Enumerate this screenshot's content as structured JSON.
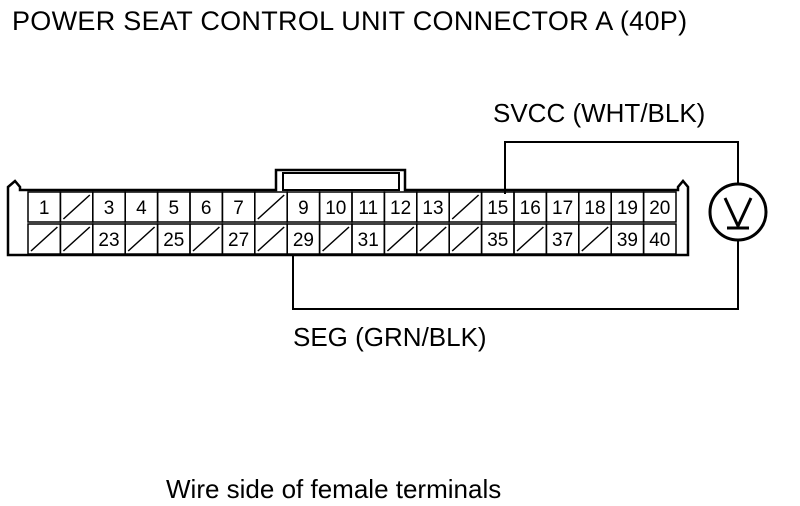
{
  "title": "POWER SEAT CONTROL UNIT CONNECTOR A (40P)",
  "wires": {
    "svcc": "SVCC (WHT/BLK)",
    "seg": "SEG (GRN/BLK)"
  },
  "meter_symbol": "V",
  "caption": "Wire side of female terminals",
  "connector": {
    "top_row": [
      "1",
      "",
      "3",
      "4",
      "5",
      "6",
      "7",
      "",
      "9",
      "10",
      "11",
      "12",
      "13",
      "",
      "15",
      "16",
      "17",
      "18",
      "19",
      "20"
    ],
    "bottom_row": [
      "",
      "",
      "23",
      "",
      "25",
      "",
      "27",
      "",
      "29",
      "",
      "31",
      "",
      "",
      "",
      "35",
      "",
      "37",
      "",
      "39",
      "40"
    ]
  }
}
